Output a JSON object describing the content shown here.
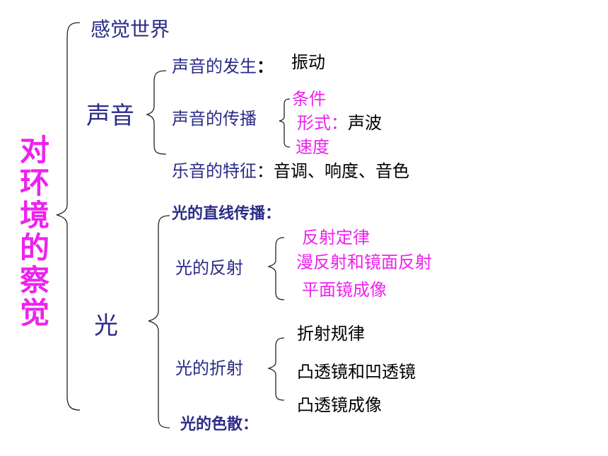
{
  "title": "对环境的察觉",
  "root": {
    "item1": "感觉世界",
    "sound": {
      "label": "声音",
      "origin": {
        "label": "声音的发生",
        "colon": "：",
        "value": "振动"
      },
      "propagation": {
        "label": "声音的传播",
        "conditions": "条件",
        "form": "形式：",
        "form_value": "声波",
        "speed": "速度"
      },
      "music": {
        "label": "乐音的特征",
        "colon": "：",
        "value": "音调、响度、音色"
      }
    },
    "light": {
      "label": "光",
      "straight": "光的直线传播：",
      "reflection": {
        "label": "光的反射",
        "items": [
          "反射定律",
          "漫反射和镜面反射",
          "平面镜成像"
        ]
      },
      "refraction": {
        "label": "光的折射",
        "items": [
          "折射规律",
          "凸透镜和凹透镜",
          "凸透镜成像"
        ]
      },
      "dispersion": "光的色散："
    }
  },
  "colors": {
    "title": "#ee22ee",
    "heading": "#2b2b88",
    "highlight": "#ee22ee",
    "text": "#000000"
  }
}
